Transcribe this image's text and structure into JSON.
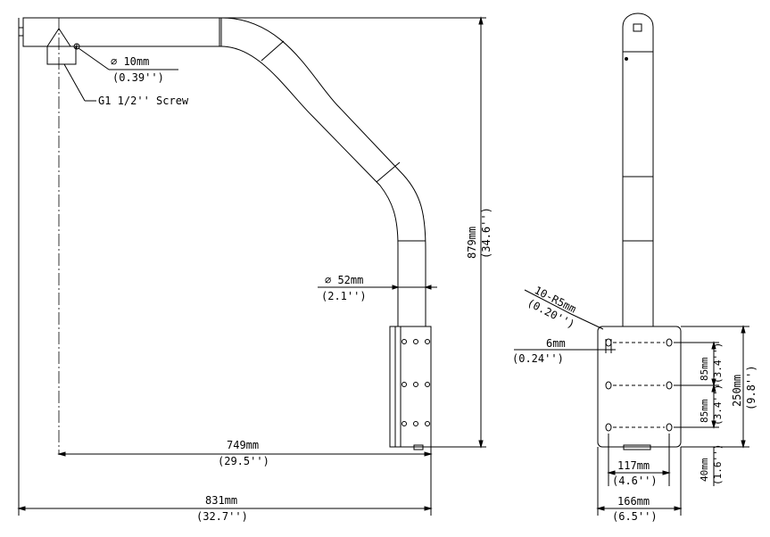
{
  "side_view": {
    "hole_dia": {
      "value": "∅ 10mm",
      "inch": "(0.39'')"
    },
    "screw_label": "G1 1/2'' Screw",
    "pipe_dia": {
      "value": "∅ 52mm",
      "inch": "(2.1'')"
    },
    "height": {
      "value": "879mm",
      "inch": "(34.6'')"
    },
    "reach": {
      "value": "749mm",
      "inch": "(29.5'')"
    },
    "overall": {
      "value": "831mm",
      "inch": "(32.7'')"
    }
  },
  "front_view": {
    "corner_radius": {
      "value": "10-R5mm",
      "inch": "(0.20'')"
    },
    "slot_width": {
      "value": "6mm",
      "inch": "(0.24'')"
    },
    "hole_spacing_upper": {
      "value": "85mm",
      "inch": "(3.4'')"
    },
    "hole_spacing_lower": {
      "value": "85mm",
      "inch": "(3.4'')"
    },
    "plate_height": {
      "value": "250mm",
      "inch": "(9.8'')"
    },
    "hole_span": {
      "value": "117mm",
      "inch": "(4.6'')"
    },
    "plate_width": {
      "value": "166mm",
      "inch": "(6.5'')"
    },
    "bottom_offset": {
      "value": "40mm",
      "inch": "(1.6'')"
    }
  }
}
